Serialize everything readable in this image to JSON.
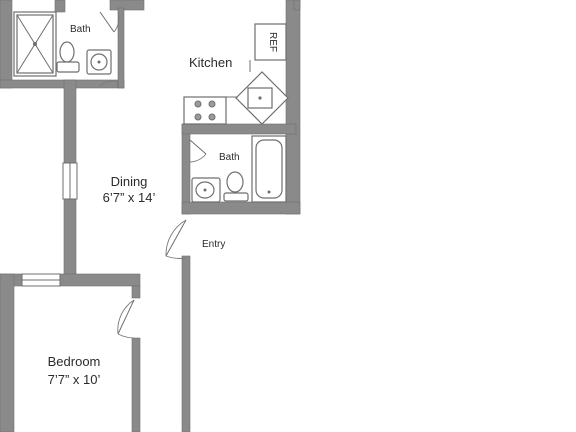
{
  "rooms": {
    "bath_top": {
      "name": "Bath"
    },
    "kitchen": {
      "name": "Kitchen",
      "fixture": "REF"
    },
    "bath_mid": {
      "name": "Bath"
    },
    "dining": {
      "name": "Dining",
      "dimensions": "6’7” x 14’"
    },
    "entry": {
      "name": "Entry"
    },
    "bedroom": {
      "name": "Bedroom",
      "dimensions": "7’7” x 10’"
    }
  }
}
